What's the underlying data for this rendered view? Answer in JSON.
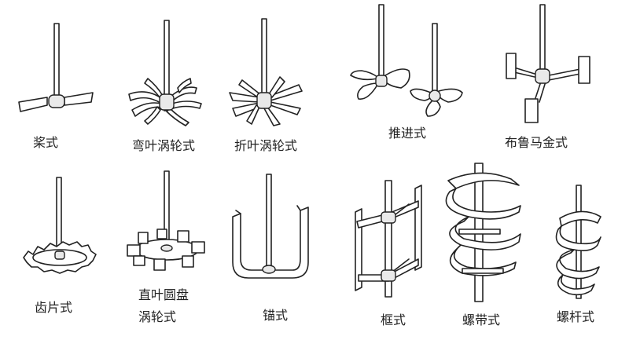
{
  "figure": {
    "impellers": [
      {
        "id": "paddle",
        "label": "桨式",
        "icon": "paddle-impeller-icon"
      },
      {
        "id": "curved-blade-turbine",
        "label": "弯叶涡轮式",
        "icon": "curved-blade-turbine-icon"
      },
      {
        "id": "pitched-blade-turbine",
        "label": "折叶涡轮式",
        "icon": "pitched-blade-turbine-icon"
      },
      {
        "id": "propeller",
        "label": "推进式",
        "icon": "propeller-icon"
      },
      {
        "id": "brumagin",
        "label": "布鲁马金式",
        "icon": "brumagin-impeller-icon"
      },
      {
        "id": "sawtooth-disc",
        "label": "齿片式",
        "icon": "sawtooth-disc-icon"
      },
      {
        "id": "disc-turbine",
        "label_line1": "直叶圆盘",
        "label_line2": "涡轮式",
        "icon": "disc-turbine-icon"
      },
      {
        "id": "anchor",
        "label": "锚式",
        "icon": "anchor-impeller-icon"
      },
      {
        "id": "frame",
        "label": "框式",
        "icon": "frame-impeller-icon"
      },
      {
        "id": "helical-ribbon",
        "label": "螺带式",
        "icon": "helical-ribbon-icon"
      },
      {
        "id": "screw",
        "label": "螺杆式",
        "icon": "screw-impeller-icon"
      }
    ]
  }
}
